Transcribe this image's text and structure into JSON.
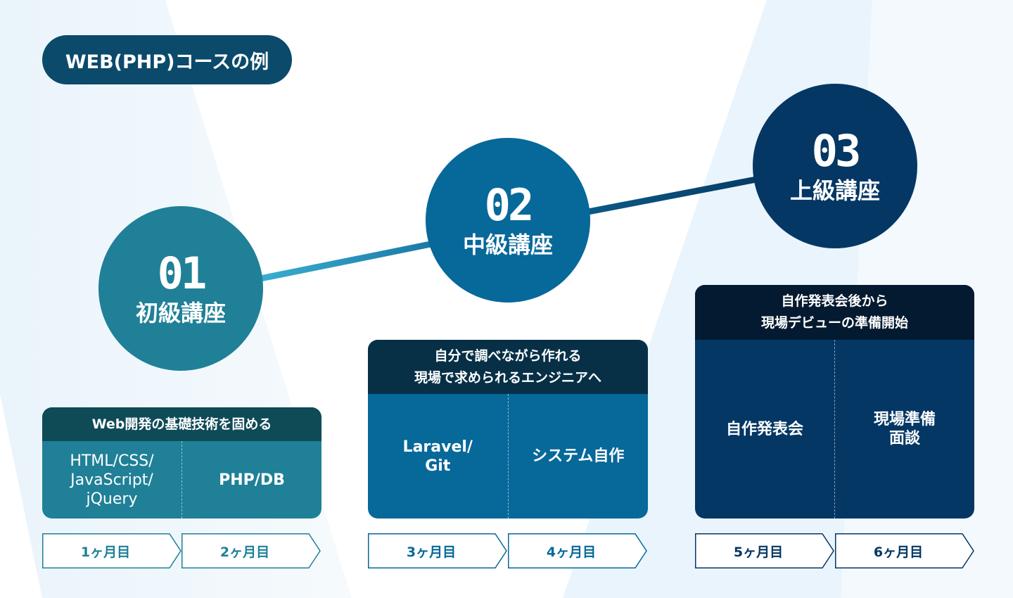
{
  "title": "WEB(PHP)コースの例",
  "colors": {
    "level1": "#1f8097",
    "level1_header": "#0f4a57",
    "level2": "#07689a",
    "level2_header": "#073047",
    "level3": "#043764",
    "level3_header": "#031a30"
  },
  "levels": [
    {
      "number": "01",
      "name": "初級講座",
      "header": "Web開発の基礎技術を固める",
      "items": [
        "HTML/CSS/\nJavaScript/\njQuery",
        "PHP/DB"
      ],
      "months": [
        "1ヶ月目",
        "2ヶ月目"
      ]
    },
    {
      "number": "02",
      "name": "中級講座",
      "header": "自分で調べながら作れる\n現場で求められるエンジニアへ",
      "items": [
        "Laravel/\nGit",
        "システム自作"
      ],
      "months": [
        "3ヶ月目",
        "4ヶ月目"
      ]
    },
    {
      "number": "03",
      "name": "上級講座",
      "header": "自作発表会後から\n現場デビューの準備開始",
      "items": [
        "自作発表会",
        "現場準備\n面談"
      ],
      "months": [
        "5ヶ月目",
        "6ヶ月目"
      ]
    }
  ]
}
